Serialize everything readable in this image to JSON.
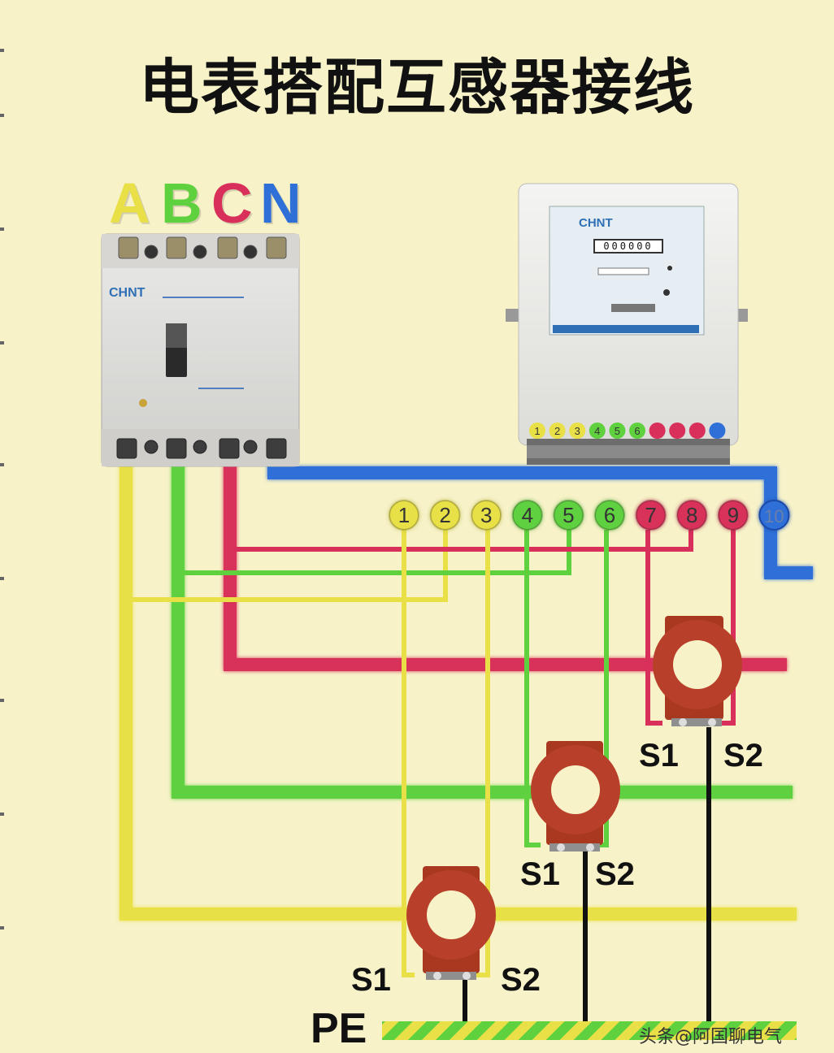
{
  "title": "电表搭配互感器接线",
  "phases": [
    {
      "label": "A",
      "color": "#e8e046"
    },
    {
      "label": "B",
      "color": "#5fd13f"
    },
    {
      "label": "C",
      "color": "#d8305a"
    },
    {
      "label": "N",
      "color": "#2f6fd8"
    }
  ],
  "breaker": {
    "brand": "CHNT"
  },
  "meter": {
    "brand": "CHNT",
    "counter": "000000"
  },
  "meter_terminals": [
    "1",
    "2",
    "3",
    "4",
    "5",
    "6",
    "7",
    "8",
    "9",
    "10"
  ],
  "transformers": [
    {
      "phase": "A",
      "s1": "S1",
      "s2": "S2"
    },
    {
      "phase": "B",
      "s1": "S1",
      "s2": "S2"
    },
    {
      "phase": "C",
      "s1": "S1",
      "s2": "S2"
    }
  ],
  "ground_label": "PE",
  "watermark": "头条@阿国聊电气",
  "colors": {
    "yellow": "#e8e046",
    "green": "#5fd13f",
    "red": "#d8305a",
    "blue": "#2f6fd8",
    "ct_body": "#b8402a",
    "background": "#f7f2c8"
  }
}
